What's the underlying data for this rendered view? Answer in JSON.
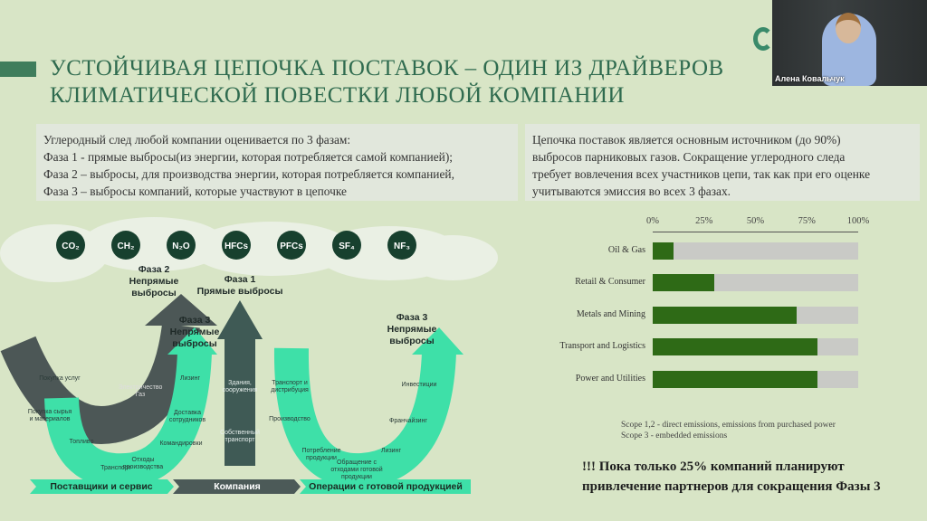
{
  "title": {
    "line1": "УСТОЙЧИВАЯ ЦЕПОЧКА ПОСТАВОК – ОДИН ИЗ ДРАЙВЕРОВ",
    "line2": "КЛИМАТИЧЕСКОЙ ПОВЕСТКИ ЛЮБОЙ КОМПАНИИ"
  },
  "colors": {
    "accent": "#2f6b4f",
    "bar_fill": "#2e6a16",
    "bar_bg": "#c9cac6",
    "arrow_green": "#3ee0a8",
    "arrow_dark": "#49595a"
  },
  "webcam": {
    "name": "Алена Ковальчук"
  },
  "box_left": [
    "Углеродный след любой компании оценивается по 3 фазам:",
    "Фаза 1 - прямые выбросы(из энергии, которая потребляется самой компанией);",
    "Фаза 2 – выбросы, для производства энергии, которая потребляется компанией,",
    "Фаза 3 – выбросы компаний, которые участвуют в цепочке"
  ],
  "box_right": [
    "Цепочка поставок является основным источником (до 90%)",
    "выбросов парниковых газов. Сокращение углеродного следа",
    "требует вовлечения всех участников цепи, так как при его оценке",
    "учитываются эмиссия во всех 3 фазах."
  ],
  "chart_data": {
    "type": "bar",
    "orientation": "horizontal",
    "stacked": true,
    "categories": [
      "Oil & Gas",
      "Retail & Consumer",
      "Metals and Mining",
      "Transport and Logistics",
      "Power and Utilities"
    ],
    "values": [
      10,
      30,
      70,
      80,
      80
    ],
    "xlim": [
      0,
      100
    ],
    "tick_labels": [
      "0%",
      "25%",
      "50%",
      "75%",
      "100%"
    ],
    "notes": [
      "Scope 1,2 - direct emissions, emissions from purchased power",
      "Scope 3 - embedded emissions"
    ]
  },
  "message": {
    "line1": "!!! Пока только 25% компаний планируют",
    "line2": "привлечение партнеров для сокращения Фазы 3"
  },
  "diagram": {
    "gases": [
      "CO₂",
      "CH₂",
      "N₂O",
      "HFCs",
      "PFCs",
      "SF₄",
      "NF₃"
    ],
    "phase2": [
      "Фаза 2",
      "Непрямые",
      "выбросы"
    ],
    "phase1": [
      "Фаза 1",
      "Прямые выбросы"
    ],
    "phase3_left": [
      "Фаза 3",
      "Непрямые",
      "выбросы"
    ],
    "phase3_right": [
      "Фаза 3",
      "Непрямые",
      "выбросы"
    ],
    "left_items": [
      "Покупка услуг",
      "Покупка сырья и материалов",
      "Топливо",
      "Транспорт",
      "Отходы производства",
      "Командировки",
      "Доставка сотрудников",
      "Лизинг",
      "Электричество Газ"
    ],
    "middle_items": [
      "Здания, сооружения",
      "Собственный транспорт"
    ],
    "right_items": [
      "Транспорт и дистрибуция",
      "Производство",
      "Потребление продукции",
      "Обращение с отходами готовой продукции",
      "Лизинг",
      "Франчайзинг",
      "Инвестиции"
    ],
    "banner": [
      "Поставщики и сервис",
      "Компания",
      "Операции с готовой продукцией"
    ]
  }
}
